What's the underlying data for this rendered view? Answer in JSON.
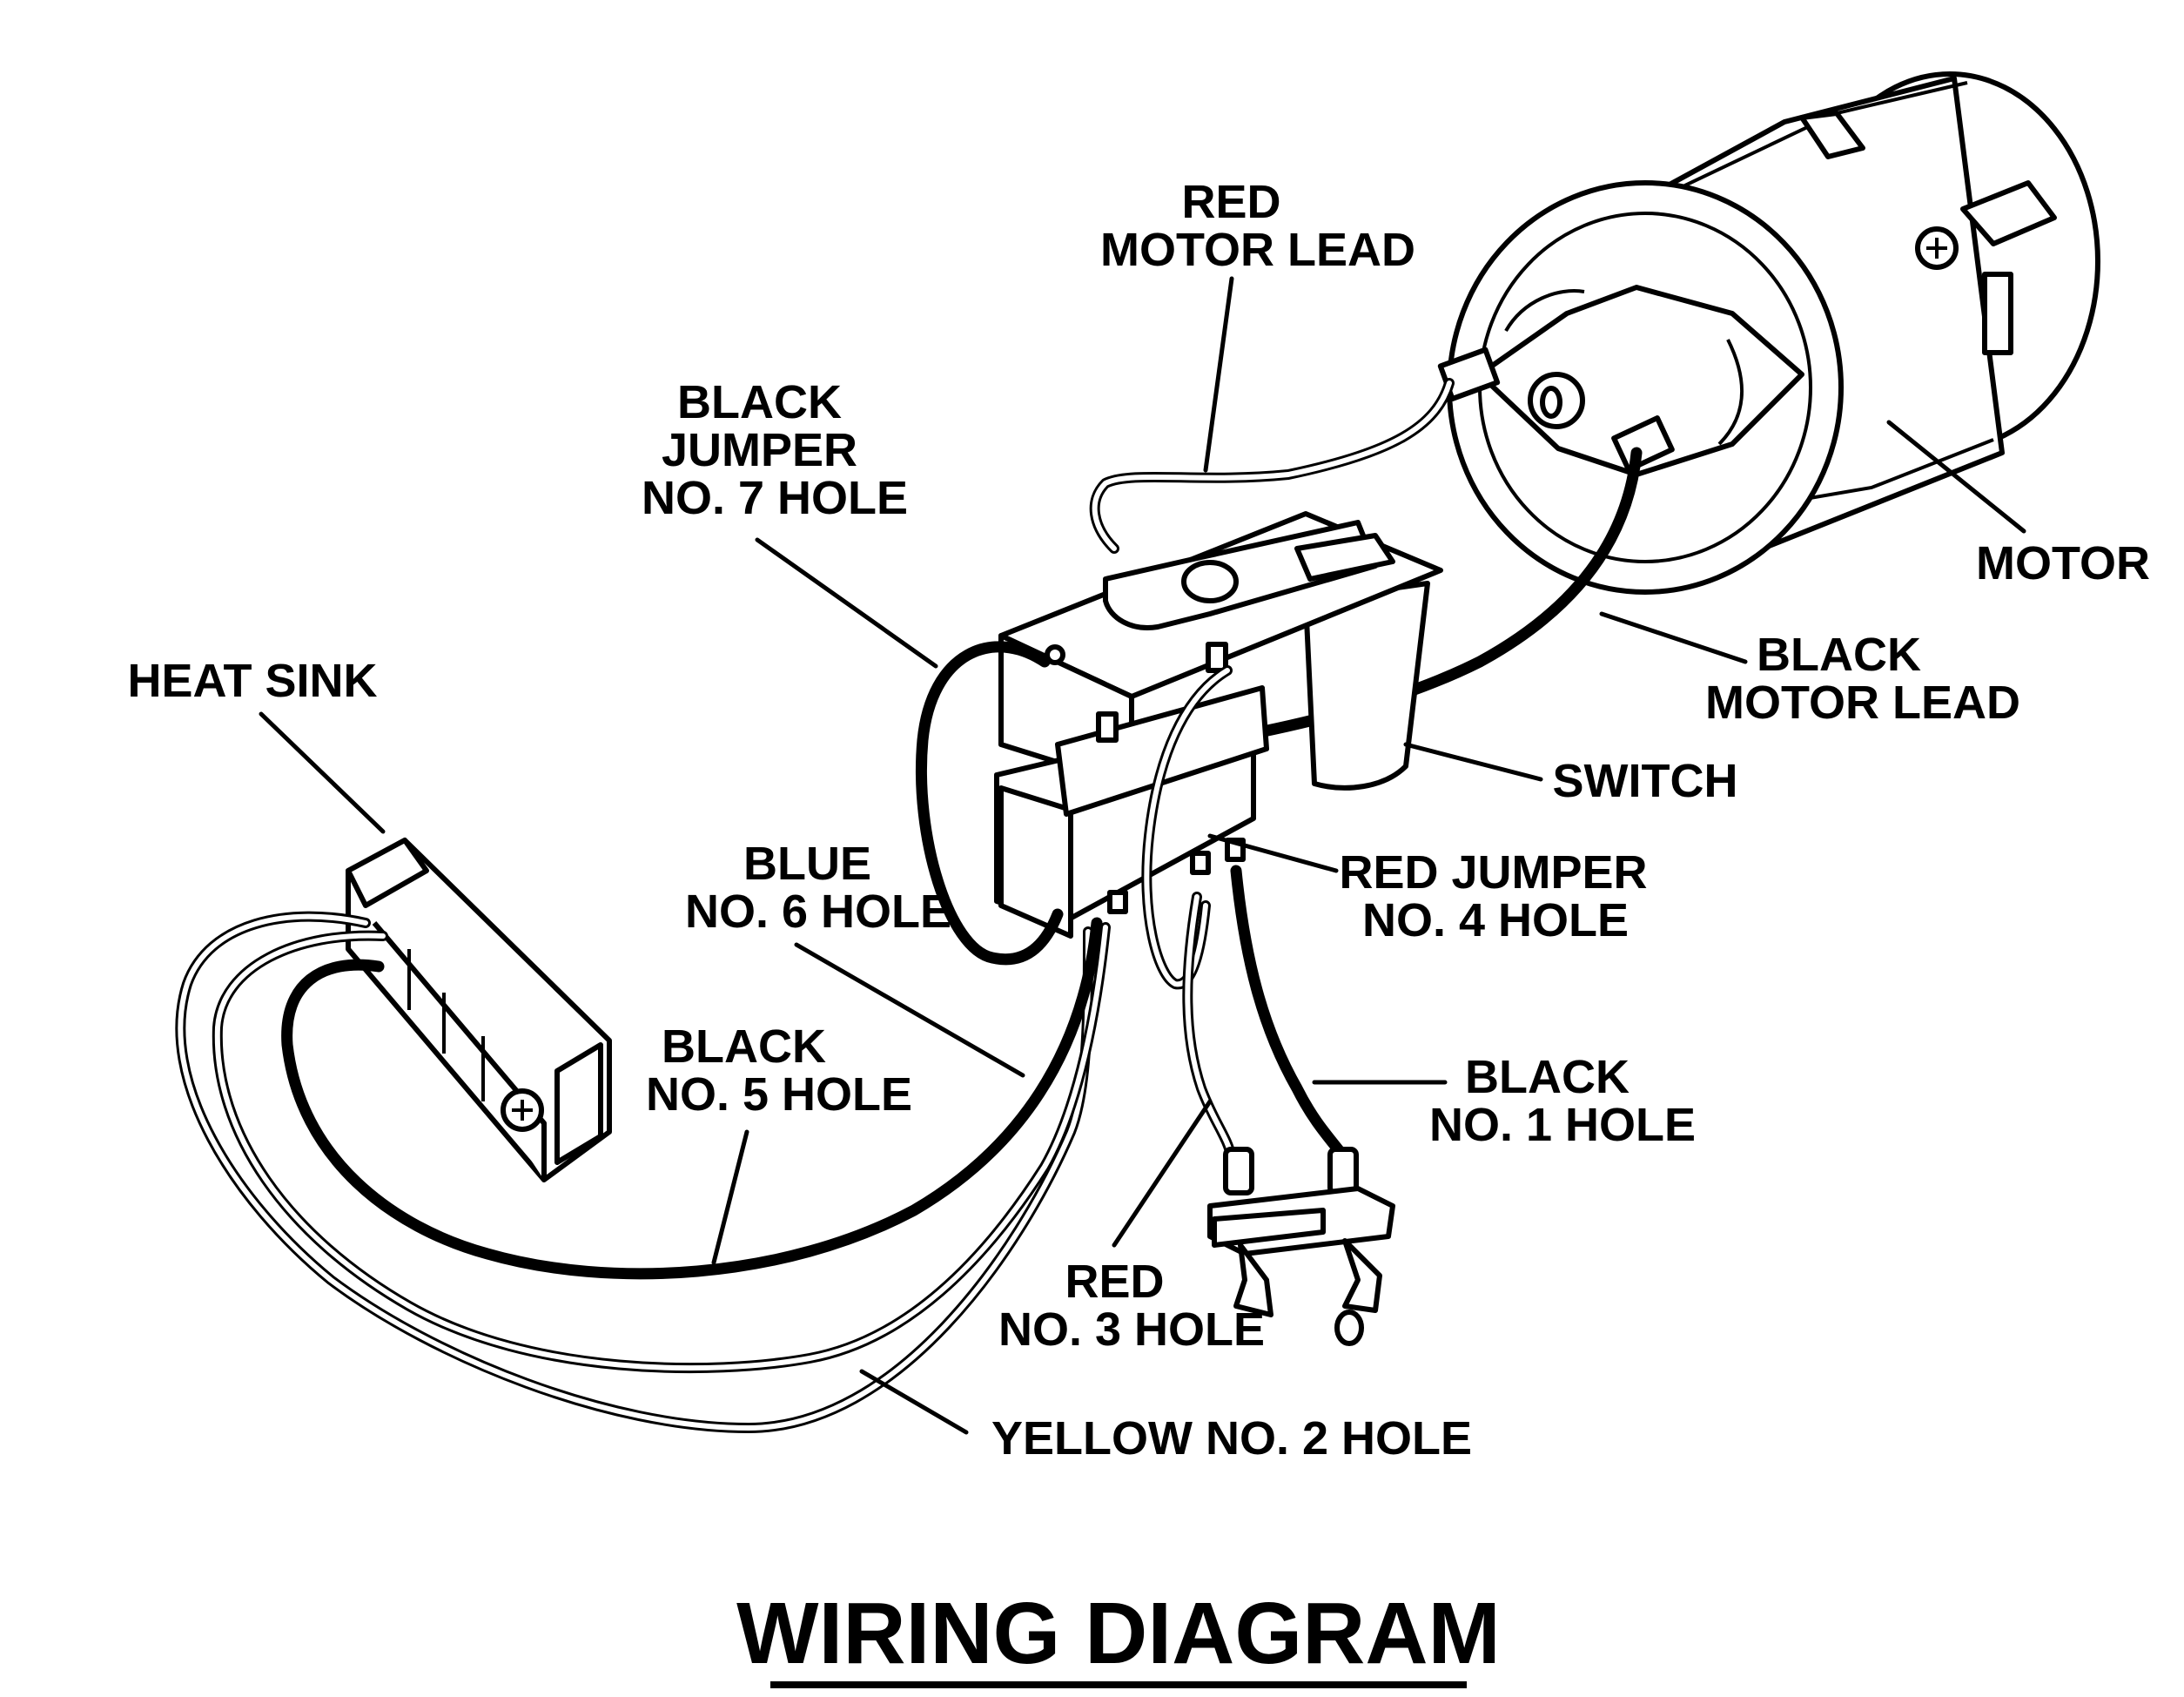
{
  "title": "WIRING DIAGRAM",
  "labels": {
    "red_motor_lead": [
      "RED",
      "MOTOR LEAD"
    ],
    "black_jumper_7": [
      "BLACK",
      "JUMPER",
      "NO. 7 HOLE"
    ],
    "motor": [
      "MOTOR"
    ],
    "heat_sink": [
      "HEAT SINK"
    ],
    "black_motor_lead": [
      "BLACK",
      "MOTOR LEAD"
    ],
    "switch": [
      "SWITCH"
    ],
    "red_jumper_4": [
      "RED JUMPER",
      "NO. 4 HOLE"
    ],
    "blue_6": [
      "BLUE",
      "NO. 6 HOLE"
    ],
    "black_5": [
      "BLACK",
      "NO. 5 HOLE"
    ],
    "black_1": [
      "BLACK",
      "NO. 1 HOLE"
    ],
    "red_3": [
      "RED",
      "NO. 3 HOLE"
    ],
    "yellow_2": [
      "YELLOW NO. 2 HOLE"
    ]
  },
  "icons": {
    "motor": "motor-icon",
    "switch": "switch-icon",
    "heat_sink": "heat-sink-icon",
    "terminal_block": "terminal-block-icon"
  },
  "colors": {
    "ink": "#000000",
    "paper": "#ffffff"
  }
}
